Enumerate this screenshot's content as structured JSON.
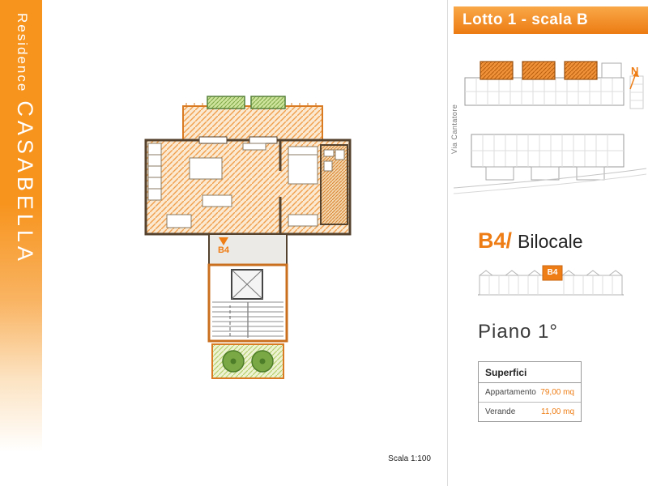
{
  "colors": {
    "accent": "#ee7d15",
    "wall": "#55422e",
    "floor_hatch": "#f0a04c",
    "green": "#6f9c3a"
  },
  "brand": {
    "prefix": "Residence",
    "name": "CASABELLA"
  },
  "right_panel": {
    "header_title": "Lotto 1 - scala B",
    "street_label": "Via Cantatore",
    "north_label": "N",
    "unit_code": "B4/",
    "unit_type": "Bilocale",
    "elevation_badge": "B4",
    "floor_label": "Piano 1°",
    "table": {
      "title": "Superfici",
      "rows": [
        {
          "label": "Appartamento",
          "value": "79,00 mq"
        },
        {
          "label": "Verande",
          "value": "11,00 mq"
        }
      ]
    }
  },
  "plan": {
    "unit_badge": "B4"
  },
  "footer": {
    "scale_label": "Scala 1:100"
  }
}
